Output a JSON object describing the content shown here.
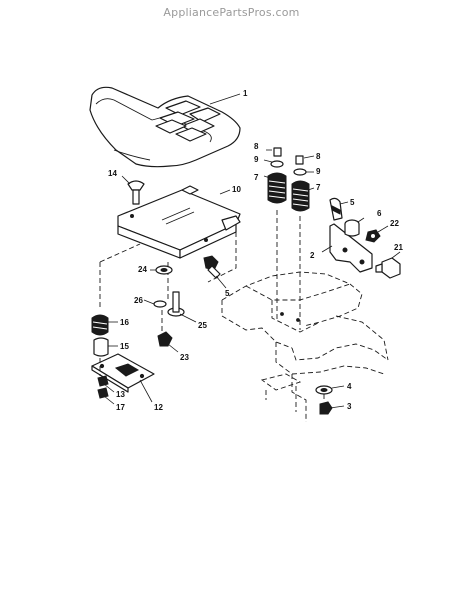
{
  "header": {
    "site": "AppliancePartsPros.com"
  },
  "callouts": [
    {
      "id": "c1",
      "label": "1"
    },
    {
      "id": "c2",
      "label": "2"
    },
    {
      "id": "c3",
      "label": "3"
    },
    {
      "id": "c4",
      "label": "4"
    },
    {
      "id": "c5a",
      "label": "5"
    },
    {
      "id": "c5b",
      "label": "5"
    },
    {
      "id": "c6",
      "label": "6"
    },
    {
      "id": "c7a",
      "label": "7"
    },
    {
      "id": "c7b",
      "label": "7"
    },
    {
      "id": "c8a",
      "label": "8"
    },
    {
      "id": "c8b",
      "label": "8"
    },
    {
      "id": "c9a",
      "label": "9"
    },
    {
      "id": "c9b",
      "label": "9"
    },
    {
      "id": "c10",
      "label": "10"
    },
    {
      "id": "c12",
      "label": "12"
    },
    {
      "id": "c13",
      "label": "13"
    },
    {
      "id": "c14",
      "label": "14"
    },
    {
      "id": "c15",
      "label": "15"
    },
    {
      "id": "c16",
      "label": "16"
    },
    {
      "id": "c17",
      "label": "17"
    },
    {
      "id": "c21",
      "label": "21"
    },
    {
      "id": "c22",
      "label": "22"
    },
    {
      "id": "c23",
      "label": "23"
    },
    {
      "id": "c24",
      "label": "24"
    },
    {
      "id": "c25",
      "label": "25"
    },
    {
      "id": "c26",
      "label": "26"
    }
  ]
}
